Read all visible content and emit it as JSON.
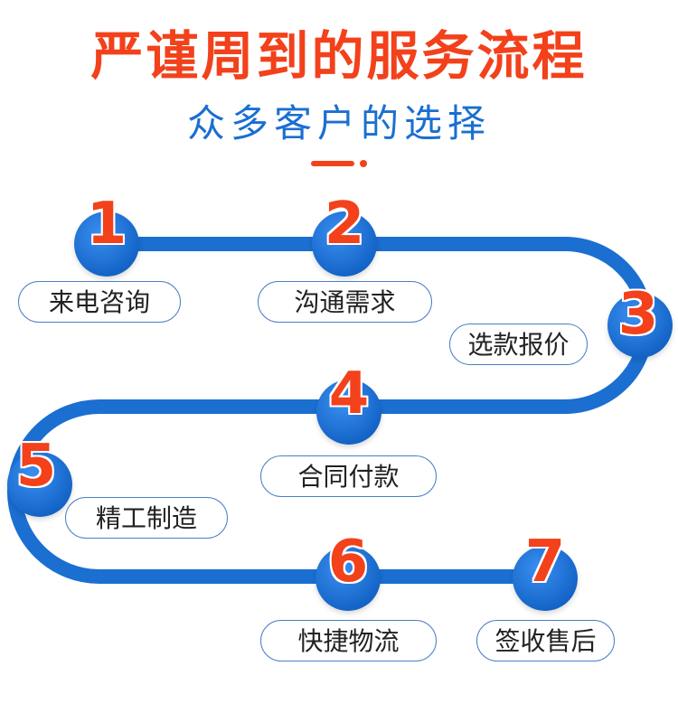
{
  "header": {
    "title": "严谨周到的服务流程",
    "subtitle": "众多客户的选择"
  },
  "colors": {
    "accent": "#f2411b",
    "path_blue": "#1a6fd1",
    "node_blue": "#1565c8"
  },
  "steps": [
    {
      "number": "1",
      "label": "来电咨询"
    },
    {
      "number": "2",
      "label": "沟通需求"
    },
    {
      "number": "3",
      "label": "选款报价"
    },
    {
      "number": "4",
      "label": "合同付款"
    },
    {
      "number": "5",
      "label": "精工制造"
    },
    {
      "number": "6",
      "label": "快捷物流"
    },
    {
      "number": "7",
      "label": "签收售后"
    }
  ]
}
